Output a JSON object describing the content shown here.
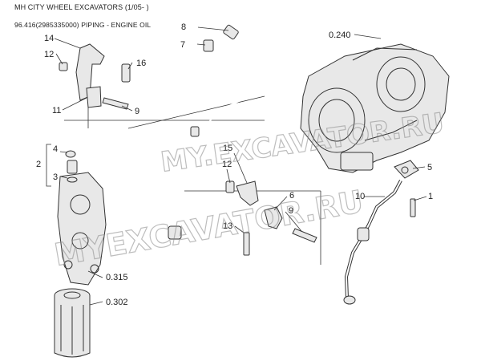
{
  "header": {
    "line1": "MH CITY WHEEL EXCAVATORS (1/05- )",
    "line2": "96.416(2985335000) PIPING - ENGINE OIL"
  },
  "callouts": {
    "c1": "1",
    "c2": "2",
    "c3": "3",
    "c4": "4",
    "c5": "5",
    "c6": "6",
    "c7": "7",
    "c8": "8",
    "c9a": "9",
    "c9b": "9",
    "c10": "10",
    "c11": "11",
    "c12a": "12",
    "c12b": "12",
    "c13": "13",
    "c14": "14",
    "c15": "15",
    "c16": "16",
    "c0240": "0.240",
    "c0315": "0.315",
    "c0302": "0.302"
  },
  "watermark": {
    "line1": "MY.EXCAVATOR.RU",
    "line2": "MYEXCAVATOR.RU"
  }
}
